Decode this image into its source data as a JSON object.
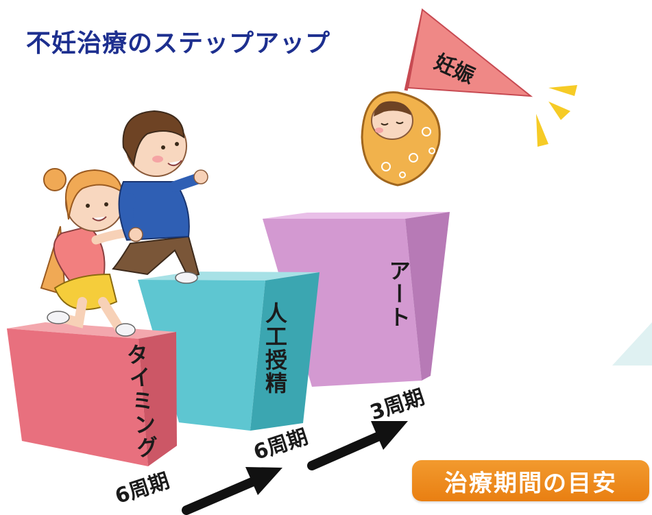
{
  "title": "不妊治療のステップアップ",
  "goal_flag": "妊娠",
  "steps": [
    {
      "label": "タイミング",
      "cycles": "6周期",
      "color": "#e8707e"
    },
    {
      "label": "人工授精",
      "cycles": "6周期",
      "color": "#5cc5d0"
    },
    {
      "label": "アート",
      "cycles": "3周期",
      "color": "#d596d3"
    }
  ],
  "badge": "治療期間の目安",
  "colors": {
    "title": "#1d2f8f",
    "badge": "#ee8a1f",
    "flag": "#ef8886",
    "arrow": "#111111"
  },
  "icons": [
    "girl-illustration",
    "boy-illustration",
    "baby-illustration",
    "flag-icon",
    "arrow-icon",
    "sparkle-icon"
  ]
}
